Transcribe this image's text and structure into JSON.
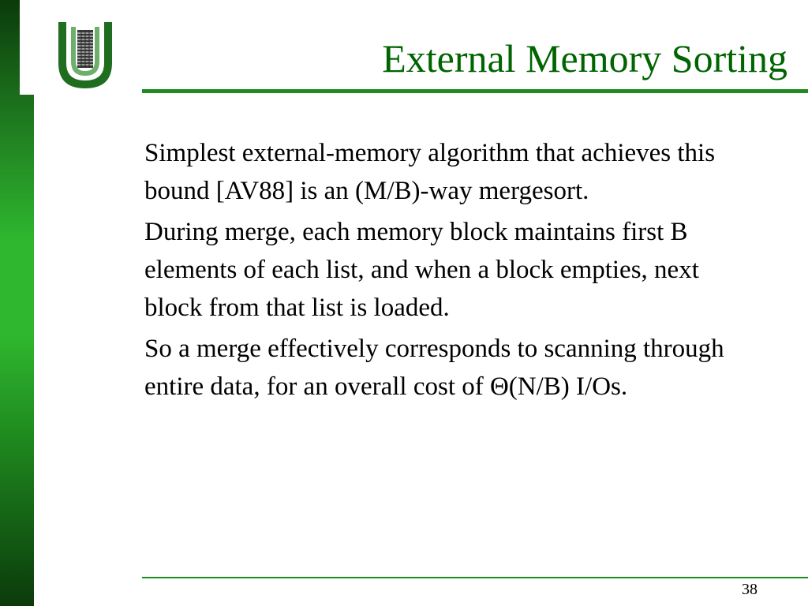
{
  "slide": {
    "title": "External Memory Sorting",
    "bullets": [
      "Simplest external-memory algorithm that achieves this bound [AV88] is an (M/B)-way mergesort.",
      "During merge, each memory block maintains first B elements of each list, and when a block empties, next block from that list is loaded.",
      "So a merge effectively corresponds to scanning through entire data, for an overall cost of Θ(N/B) I/Os."
    ],
    "page_number": "38"
  },
  "colors": {
    "title": "#006400",
    "rule": "#1f8a1f",
    "sidebar_dark": "#0b3a0b",
    "sidebar_light": "#2fb82f"
  },
  "icons": {
    "logo": "university-logo-icon"
  }
}
